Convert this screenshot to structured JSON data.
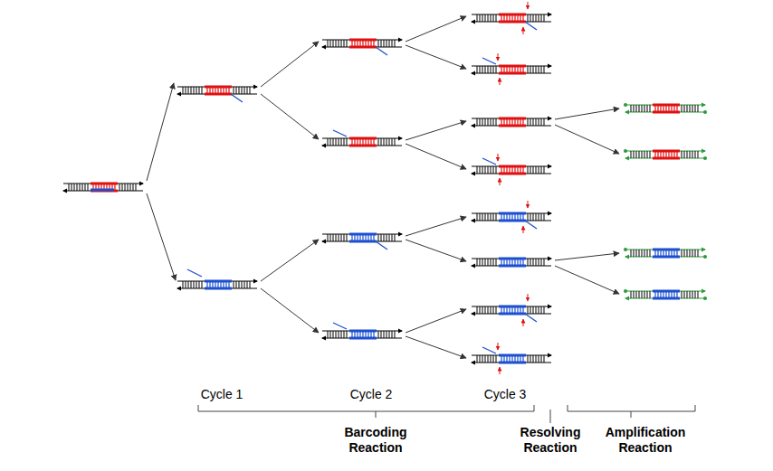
{
  "diagram": {
    "labels": [
      "Cycle 1",
      "Cycle 2",
      "Cycle 3",
      "Barcoding Reaction",
      "Resolving Reaction",
      "Amplification Reaction"
    ]
  }
}
